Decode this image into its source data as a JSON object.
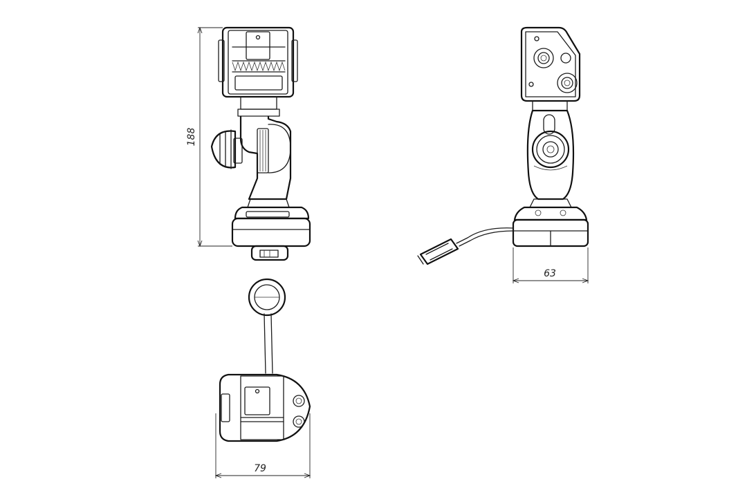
{
  "dimensions": {
    "height": "188",
    "depth": "63",
    "width": "79"
  }
}
